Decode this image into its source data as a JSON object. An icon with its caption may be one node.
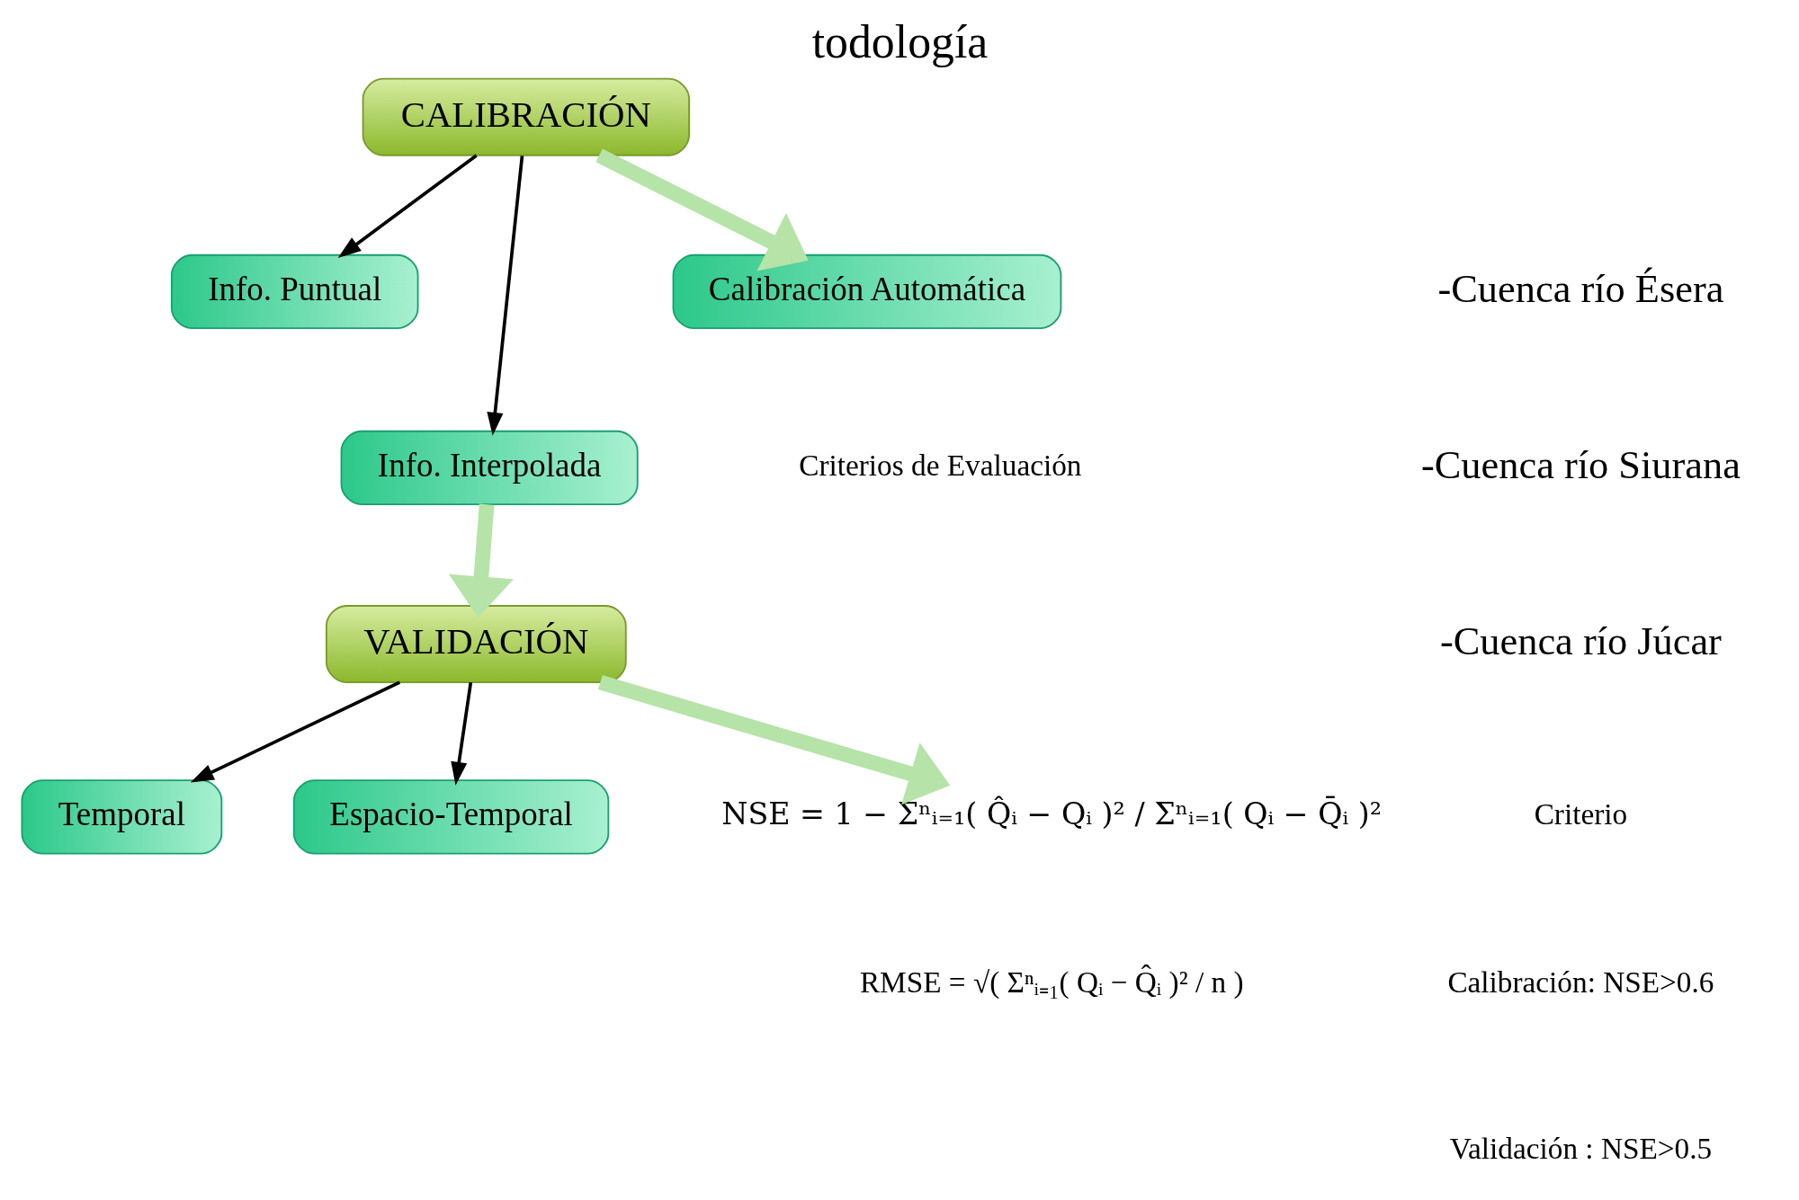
{
  "diagram": {
    "title": "todología",
    "nodes": [
      {
        "text": [
          "CALIBRACIÓN"
        ]
      },
      {
        "text": [
          "Info. Puntual"
        ]
      },
      {
        "text": [
          "Info. Interpolada"
        ]
      },
      {
        "text": [
          "Calibración Automática"
        ]
      },
      {
        "text": [
          "VALIDACIÓN"
        ]
      },
      {
        "text": [
          "Temporal"
        ]
      },
      {
        "text": [
          "Espacio-Temporal"
        ]
      },
      {
        "text": [
          "NSE = 1 − Σⁿᵢ₌₁( Q̂ᵢ − Qᵢ )² / Σⁿᵢ₌₁( Qᵢ − Q̄ᵢ )²"
        ]
      }
    ],
    "edges": [
      {
        "from": 0,
        "to": 1,
        "arrow": "to"
      },
      {
        "from": 0,
        "to": 2,
        "arrow": "to"
      },
      {
        "from": 0,
        "to": 3,
        "arrow": "to",
        "style": "thick",
        "color": "#b5e3a8"
      },
      {
        "from": 2,
        "to": 4,
        "arrow": "to",
        "style": "thick",
        "color": "#b5e3a8"
      },
      {
        "from": 4,
        "to": 7,
        "arrow": "to",
        "style": "thick",
        "color": "#b5e3a8"
      },
      {
        "from": 4,
        "to": 5,
        "arrow": "to"
      },
      {
        "from": 4,
        "to": 6,
        "arrow": "to"
      }
    ],
    "labels": [
      "-Cuenca río Ésera",
      "-Cuenca río Siurana",
      "-Cuenca río Júcar",
      "Criterio",
      "Calibración: NSE>0.6",
      "Validación : NSE>0.5",
      "Criterios de Evaluación",
      "RMSE = √( Σⁿᵢ₌₁( Qᵢ − Q̂ᵢ )² / n )"
    ]
  }
}
